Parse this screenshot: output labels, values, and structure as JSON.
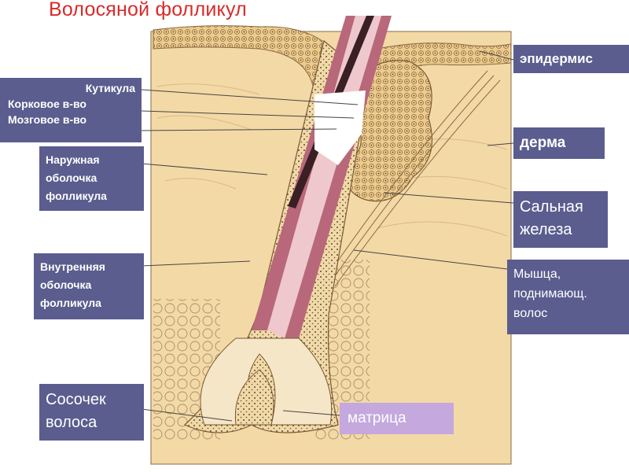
{
  "title": "Волосяной фолликул",
  "labels": {
    "cuticle": "Кутикула",
    "cortex": "Корковое в-во",
    "medulla": "Мозговое в-во",
    "outer_sheath": [
      "Наружная",
      "оболочка",
      "фолликула"
    ],
    "inner_sheath": [
      "Внутренняя",
      "оболочка",
      "фолликула"
    ],
    "papilla": [
      "Сосочек",
      "волоса"
    ],
    "matrix": "матрица",
    "epidermis": "эпидермис",
    "dermis": "дерма",
    "sebaceous_gland": [
      "Сальная",
      "железа"
    ],
    "arrector_muscle": [
      "Мышца,",
      "поднимающ.",
      "волос"
    ]
  },
  "colors": {
    "title": "#d92a2a",
    "label_box": "#5b5d8f",
    "matrix_box": "#c4a8de",
    "skin": "#f3d9a6",
    "epidermis": "#eccb8c",
    "hair_sheath": "#b8687a"
  }
}
